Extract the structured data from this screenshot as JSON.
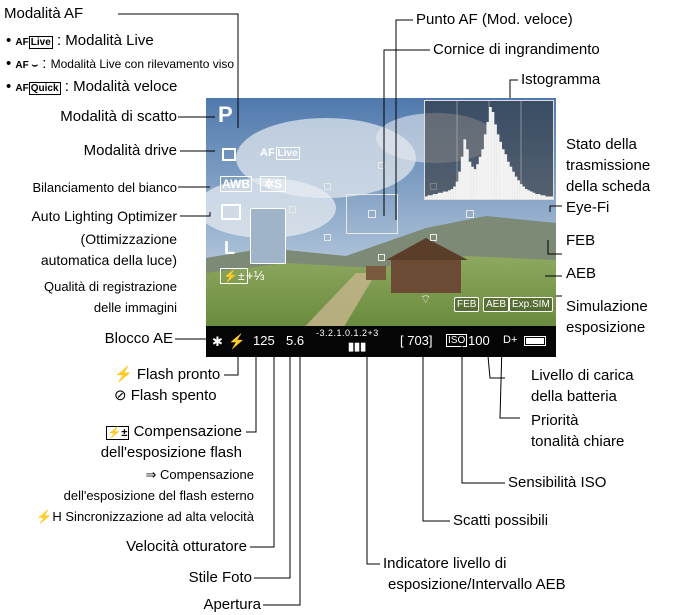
{
  "labels": {
    "af_mode": "Modalità AF",
    "live_mode": "Modalità Live",
    "face_mode": "Modalità Live con rilevamento viso",
    "quick_mode": "Modalità veloce",
    "shooting_mode": "Modalità di scatto",
    "drive_mode": "Modalità drive",
    "white_balance": "Bilanciamento del bianco",
    "alo": "Auto Lighting Optimizer",
    "alo_it1": "(Ottimizzazione",
    "alo_it2": "automatica della luce)",
    "quality1": "Qualità di registrazione",
    "quality2": "delle immagini",
    "ae_lock": "Blocco AE",
    "flash_ready": "Flash pronto",
    "flash_off": "Flash spento",
    "flash_comp1": "Compensazione",
    "flash_comp2": "dell'esposizione flash",
    "ext_comp1": "Compensazione",
    "ext_comp2": "dell'esposizione del flash esterno",
    "hs_sync": "Sincronizzazione ad alta velocità",
    "shutter": "Velocità otturatore",
    "picture_style": "Stile Foto",
    "aperture": "Apertura",
    "af_point": "Punto AF (Mod. veloce)",
    "mag_frame": "Cornice di ingrandimento",
    "histogram": "Istogramma",
    "eyefi1": "Stato della",
    "eyefi2": "trasmissione",
    "eyefi3": "della scheda",
    "eyefi4": "Eye-Fi",
    "feb": "FEB",
    "aeb": "AEB",
    "sim1": "Simulazione",
    "sim2": "esposizione",
    "battery1": "Livello di carica",
    "battery2": "della batteria",
    "htp1": "Priorità",
    "htp2": "tonalità chiare",
    "iso": "Sensibilità ISO",
    "shots": "Scatti possibili",
    "exp1": "Indicatore livello di",
    "exp2": "esposizione/Intervallo AEB"
  },
  "screen": {
    "mode": "P",
    "af_live": "Live",
    "wb": "AWB",
    "style": "S",
    "quality": "L",
    "flash_comp": "+⅓",
    "shutter": "125",
    "aperture": "5.6",
    "scale": "-3.2.1.0.1.2+3",
    "shots": "[ 703]",
    "iso_label": "ISO",
    "iso": "100",
    "htp": "D+",
    "feb": "FEB",
    "aeb": "AEB",
    "expsim": "Exp.SIM"
  },
  "histogram_bars": [
    2,
    3,
    3,
    4,
    4,
    5,
    5,
    6,
    6,
    7,
    8,
    10,
    14,
    22,
    34,
    48,
    40,
    30,
    26,
    24,
    28,
    34,
    40,
    52,
    62,
    74,
    70,
    60,
    52,
    46,
    40,
    36,
    30,
    26,
    22,
    18,
    15,
    12,
    10,
    8,
    7,
    6,
    5,
    4,
    4,
    3,
    3,
    2,
    2,
    2
  ]
}
